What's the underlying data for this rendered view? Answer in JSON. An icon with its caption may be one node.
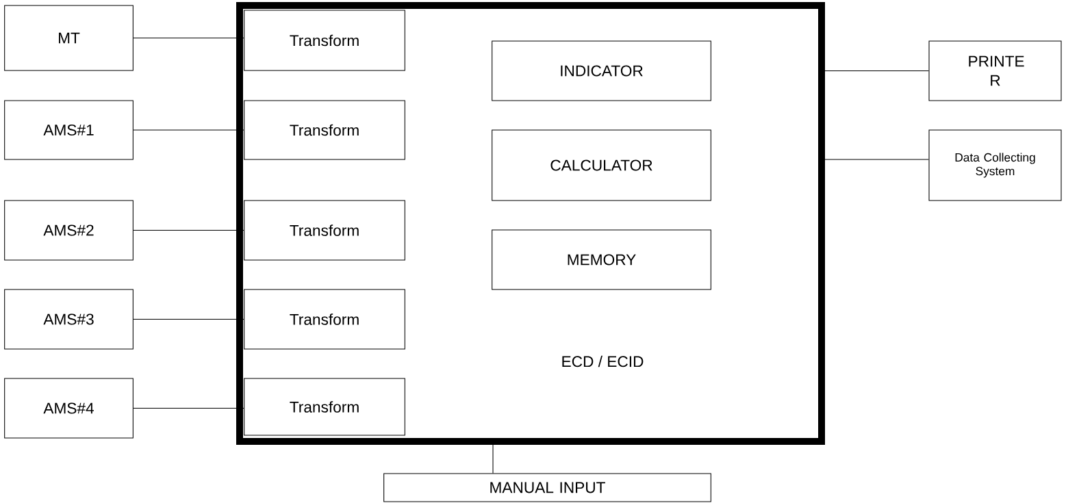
{
  "diagram": {
    "nodes": [
      {
        "text": [
          "MT"
        ]
      },
      {
        "text": [
          "AMS#1"
        ]
      },
      {
        "text": [
          "AMS#2"
        ]
      },
      {
        "text": [
          "AMS#3"
        ]
      },
      {
        "text": [
          "AMS#4"
        ]
      },
      {
        "text": [
          "ECD / ECID"
        ]
      },
      {
        "text": [
          "Transform"
        ],
        "in": 5
      },
      {
        "text": [
          "Transform"
        ],
        "in": 5
      },
      {
        "text": [
          "Transform"
        ],
        "in": 5
      },
      {
        "text": [
          "Transform"
        ],
        "in": 5
      },
      {
        "text": [
          "Transform"
        ],
        "in": 5
      },
      {
        "text": [
          "INDICATOR"
        ],
        "in": 5
      },
      {
        "text": [
          "CALCULATOR"
        ],
        "in": 5
      },
      {
        "text": [
          "MEMORY"
        ],
        "in": 5
      },
      {
        "text": [
          "PRINTE R"
        ]
      },
      {
        "text": [
          "Data Collecting System"
        ]
      },
      {
        "text": [
          "MANUAL INPUT"
        ]
      }
    ],
    "edges": [
      {
        "from": 0,
        "to": 6,
        "arrow": "none"
      },
      {
        "from": 1,
        "to": 7,
        "arrow": "none"
      },
      {
        "from": 2,
        "to": 8,
        "arrow": "none"
      },
      {
        "from": 3,
        "to": 9,
        "arrow": "none"
      },
      {
        "from": 4,
        "to": 10,
        "arrow": "none"
      },
      {
        "from": 5,
        "to": 14,
        "arrow": "none"
      },
      {
        "from": 5,
        "to": 15,
        "arrow": "none"
      },
      {
        "from": 5,
        "to": 16,
        "arrow": "none"
      }
    ]
  }
}
